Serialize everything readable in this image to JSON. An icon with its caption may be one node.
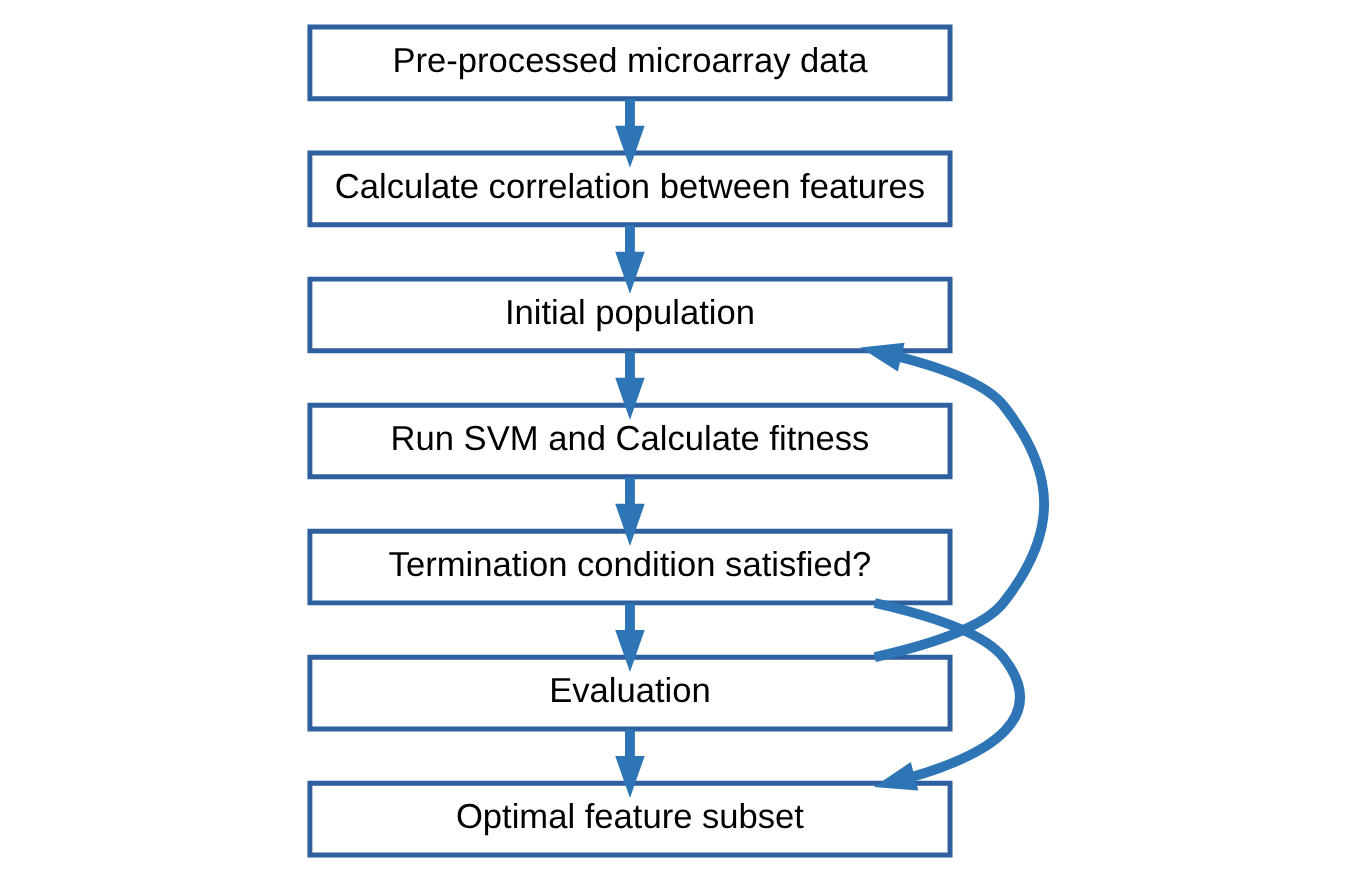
{
  "diagram": {
    "nodes": [
      {
        "text": [
          "Pre-processed microarray data"
        ]
      },
      {
        "text": [
          "Calculate correlation between features"
        ]
      },
      {
        "text": [
          "Initial population"
        ]
      },
      {
        "text": [
          "Run SVM and Calculate fitness"
        ]
      },
      {
        "text": [
          "Termination condition satisfied?"
        ]
      },
      {
        "text": [
          "Evaluation"
        ]
      },
      {
        "text": [
          "Optimal feature subset"
        ]
      }
    ],
    "edges": [
      {
        "from": 0,
        "to": 1,
        "arrow": "to"
      },
      {
        "from": 1,
        "to": 2,
        "arrow": "to"
      },
      {
        "from": 2,
        "to": 3,
        "arrow": "to"
      },
      {
        "from": 3,
        "to": 4,
        "arrow": "to"
      },
      {
        "from": 4,
        "to": 5,
        "arrow": "to"
      },
      {
        "from": 5,
        "to": 6,
        "arrow": "to"
      },
      {
        "from": 5,
        "to": 2,
        "arrow": "to"
      },
      {
        "from": 4,
        "to": 6,
        "arrow": "to"
      }
    ]
  }
}
